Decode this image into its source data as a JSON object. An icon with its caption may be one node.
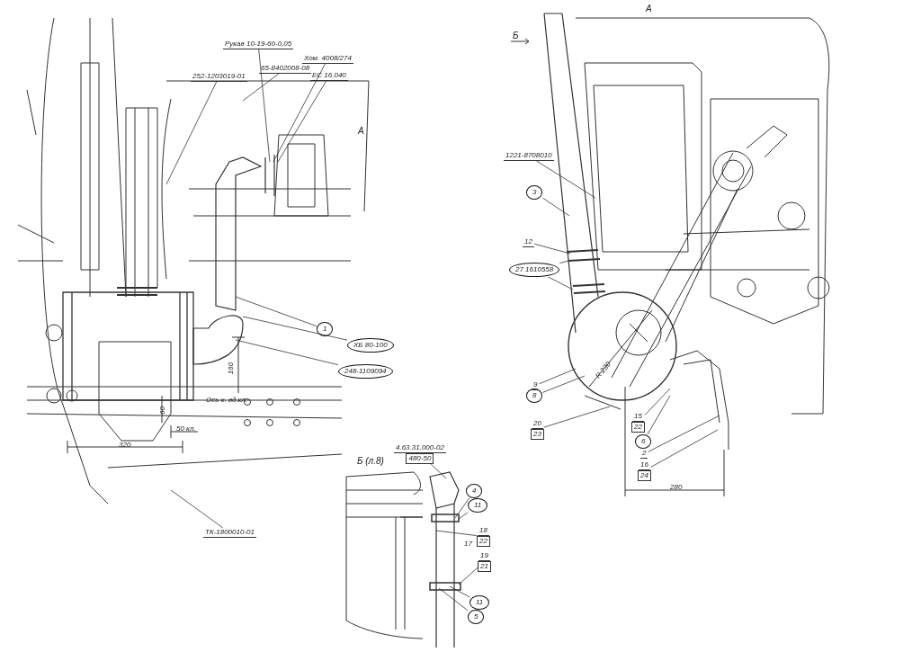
{
  "diagram": {
    "nodes": [
      {
        "text": [
          "Рукав 10-19-60-0,05"
        ]
      },
      {
        "text": [
          "Хом. 4008/274"
        ]
      },
      {
        "text": [
          "ЕС 16.040"
        ]
      },
      {
        "text": [
          "252-1203019-01"
        ]
      },
      {
        "text": [
          "65-8402008-08"
        ]
      },
      {
        "text": [
          "1"
        ]
      },
      {
        "text": [
          "ХБ 80-100"
        ]
      },
      {
        "text": [
          "248-1109094"
        ]
      },
      {
        "text": [
          "ТК-1800010-01"
        ]
      },
      {
        "text": [
          "1221-8708010"
        ]
      },
      {
        "text": [
          "3"
        ]
      },
      {
        "text": [
          "12"
        ]
      },
      {
        "text": [
          "27 1610558"
        ]
      },
      {
        "text": [
          "9"
        ]
      },
      {
        "text": [
          "8"
        ]
      },
      {
        "text": [
          "20",
          "23"
        ]
      },
      {
        "text": [
          "15",
          "22"
        ]
      },
      {
        "text": [
          "6"
        ]
      },
      {
        "text": [
          "2"
        ]
      },
      {
        "text": [
          "16",
          "24"
        ]
      },
      {
        "text": [
          "4.63.31.000-02",
          "480-50"
        ]
      },
      {
        "text": [
          "4"
        ]
      },
      {
        "text": [
          "11"
        ]
      },
      {
        "text": [
          "18",
          "22"
        ]
      },
      {
        "text": [
          "19",
          "21"
        ]
      },
      {
        "text": [
          "11"
        ]
      },
      {
        "text": [
          "5"
        ]
      }
    ],
    "edges": [
      {
        "from": 0,
        "to": null,
        "arrow": "none"
      },
      {
        "from": 1,
        "to": null,
        "arrow": "none"
      },
      {
        "from": 2,
        "to": null,
        "arrow": "none"
      },
      {
        "from": 3,
        "to": null,
        "arrow": "none"
      },
      {
        "from": 4,
        "to": null,
        "arrow": "none"
      },
      {
        "from": 5,
        "to": null,
        "arrow": "none"
      },
      {
        "from": 6,
        "to": null,
        "arrow": "none"
      },
      {
        "from": 7,
        "to": null,
        "arrow": "none"
      },
      {
        "from": 8,
        "to": null,
        "arrow": "none"
      },
      {
        "from": 9,
        "to": null,
        "arrow": "none"
      },
      {
        "from": 10,
        "to": null,
        "arrow": "none"
      },
      {
        "from": 11,
        "to": null,
        "arrow": "none"
      },
      {
        "from": 12,
        "to": null,
        "arrow": "none"
      },
      {
        "from": 12,
        "to": null,
        "arrow": "none"
      },
      {
        "from": 13,
        "to": null,
        "arrow": "none"
      },
      {
        "from": 14,
        "to": null,
        "arrow": "none"
      },
      {
        "from": 15,
        "to": null,
        "arrow": "none"
      },
      {
        "from": 16,
        "to": null,
        "arrow": "none"
      },
      {
        "from": 17,
        "to": null,
        "arrow": "none"
      },
      {
        "from": 18,
        "to": null,
        "arrow": "none"
      },
      {
        "from": 19,
        "to": null,
        "arrow": "none"
      },
      {
        "from": 20,
        "to": null,
        "arrow": "none"
      },
      {
        "from": 21,
        "to": null,
        "arrow": "none"
      },
      {
        "from": 22,
        "to": null,
        "arrow": "none"
      },
      {
        "from": 23,
        "to": null,
        "arrow": "none"
      },
      {
        "from": 24,
        "to": null,
        "arrow": "none"
      },
      {
        "from": 25,
        "to": null,
        "arrow": "none"
      },
      {
        "from": 26,
        "to": null,
        "arrow": "none"
      }
    ],
    "labels": [
      "А",
      "160",
      "Ось к. вд.кл.",
      "60",
      "50 кл.",
      "320",
      "А",
      "Б",
      "R 230",
      "280",
      "Б (л.8)",
      "17"
    ]
  }
}
